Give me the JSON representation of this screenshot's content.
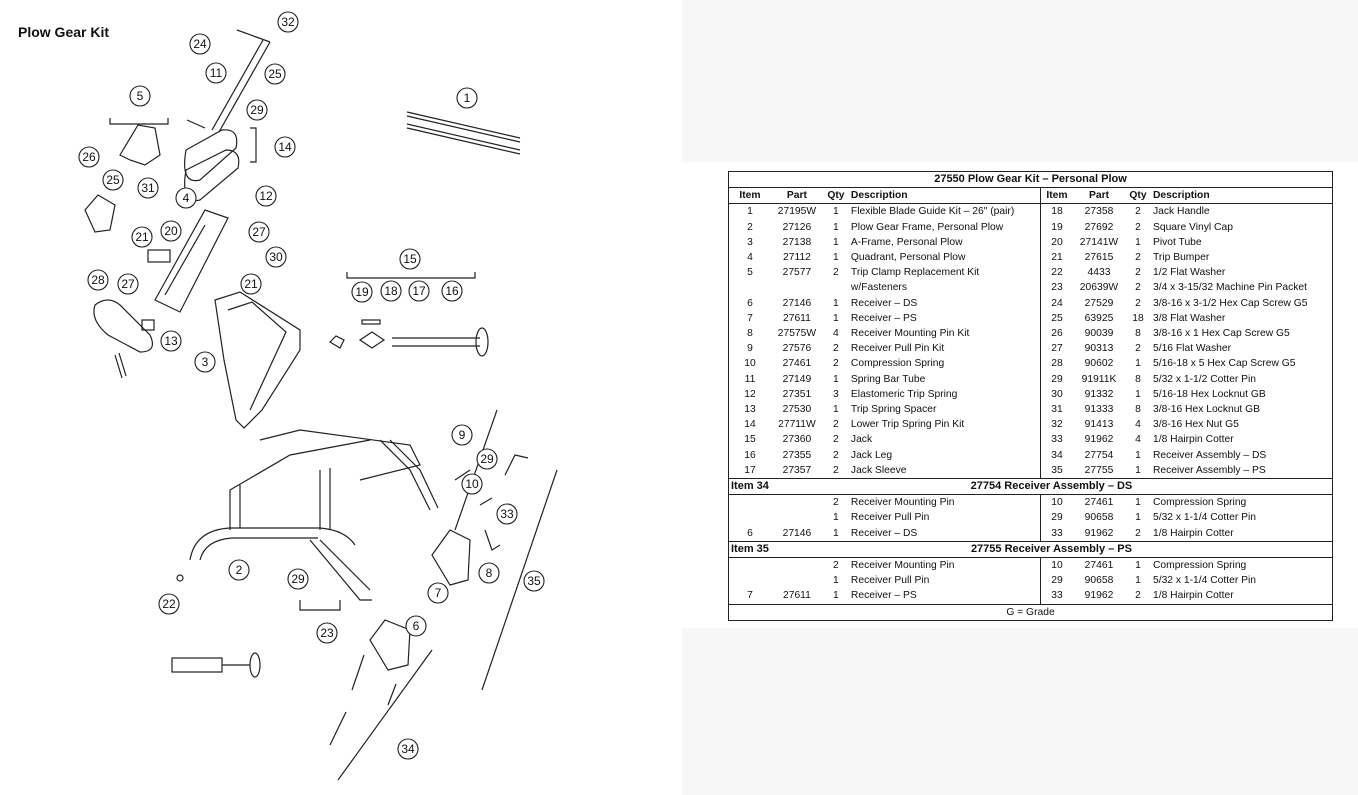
{
  "page": {
    "title": "Plow Gear Kit"
  },
  "callouts": [
    "1",
    "2",
    "3",
    "4",
    "5",
    "6",
    "7",
    "8",
    "9",
    "10",
    "11",
    "12",
    "13",
    "14",
    "15",
    "16",
    "17",
    "18",
    "19",
    "20",
    "21",
    "21",
    "22",
    "23",
    "24",
    "25",
    "25",
    "26",
    "27",
    "27",
    "28",
    "29",
    "29",
    "29",
    "30",
    "31",
    "32",
    "33",
    "34",
    "35"
  ],
  "parts_table": {
    "title": "27550  Plow Gear Kit – Personal Plow",
    "headers": [
      "Item",
      "Part",
      "Qty",
      "Description",
      "Item",
      "Part",
      "Qty",
      "Description"
    ],
    "rows": [
      [
        [
          "1",
          "27195W",
          "1",
          "Flexible Blade Guide Kit – 26\" (pair)"
        ],
        [
          "18",
          "27358",
          "2",
          "Jack Handle"
        ]
      ],
      [
        [
          "2",
          "27126",
          "1",
          "Plow Gear Frame, Personal Plow"
        ],
        [
          "19",
          "27692",
          "2",
          "Square Vinyl Cap"
        ]
      ],
      [
        [
          "3",
          "27138",
          "1",
          "A-Frame, Personal Plow"
        ],
        [
          "20",
          "27141W",
          "1",
          "Pivot Tube"
        ]
      ],
      [
        [
          "4",
          "27112",
          "1",
          "Quadrant, Personal Plow"
        ],
        [
          "21",
          "27615",
          "2",
          "Trip Bumper"
        ]
      ],
      [
        [
          "5",
          "27577",
          "2",
          "Trip Clamp Replacement Kit"
        ],
        [
          "22",
          "4433",
          "2",
          "1/2 Flat Washer"
        ]
      ],
      [
        [
          "",
          "",
          "",
          "w/Fasteners"
        ],
        [
          "23",
          "20639W",
          "2",
          "3/4 x 3-15/32 Machine Pin Packet"
        ]
      ],
      [
        [
          "6",
          "27146",
          "1",
          "Receiver – DS"
        ],
        [
          "24",
          "27529",
          "2",
          "3/8-16 x 3-1/2 Hex Cap Screw G5"
        ]
      ],
      [
        [
          "7",
          "27611",
          "1",
          "Receiver – PS"
        ],
        [
          "25",
          "63925",
          "18",
          "3/8 Flat Washer"
        ]
      ],
      [
        [
          "8",
          "27575W",
          "4",
          "Receiver Mounting Pin Kit"
        ],
        [
          "26",
          "90039",
          "8",
          "3/8-16 x 1 Hex Cap Screw G5"
        ]
      ],
      [
        [
          "9",
          "27576",
          "2",
          "Receiver Pull Pin Kit"
        ],
        [
          "27",
          "90313",
          "2",
          "5/16 Flat Washer"
        ]
      ],
      [
        [
          "10",
          "27461",
          "2",
          "Compression Spring"
        ],
        [
          "28",
          "90602",
          "1",
          "5/16-18 x 5 Hex Cap Screw G5"
        ]
      ],
      [
        [
          "11",
          "27149",
          "1",
          "Spring Bar Tube"
        ],
        [
          "29",
          "91911K",
          "8",
          "5/32 x 1-1/2 Cotter Pin"
        ]
      ],
      [
        [
          "12",
          "27351",
          "3",
          "Elastomeric Trip Spring"
        ],
        [
          "30",
          "91332",
          "1",
          "5/16-18 Hex Locknut GB"
        ]
      ],
      [
        [
          "13",
          "27530",
          "1",
          "Trip Spring Spacer"
        ],
        [
          "31",
          "91333",
          "8",
          "3/8-16 Hex Locknut GB"
        ]
      ],
      [
        [
          "14",
          "27711W",
          "2",
          "Lower Trip Spring Pin Kit"
        ],
        [
          "32",
          "91413",
          "4",
          "3/8-16 Hex Nut G5"
        ]
      ],
      [
        [
          "15",
          "27360",
          "2",
          "Jack"
        ],
        [
          "33",
          "91962",
          "4",
          "1/8 Hairpin Cotter"
        ]
      ],
      [
        [
          "16",
          "27355",
          "2",
          "Jack Leg"
        ],
        [
          "34",
          "27754",
          "1",
          "Receiver Assembly – DS"
        ]
      ],
      [
        [
          "17",
          "27357",
          "2",
          "Jack Sleeve"
        ],
        [
          "35",
          "27755",
          "1",
          "Receiver Assembly – PS"
        ]
      ]
    ],
    "sections": [
      {
        "label": "Item 34",
        "title": "27754  Receiver Assembly – DS",
        "rows": [
          [
            [
              "",
              "",
              "2",
              "Receiver Mounting Pin"
            ],
            [
              "10",
              "27461",
              "1",
              "Compression Spring"
            ]
          ],
          [
            [
              "",
              "",
              "1",
              "Receiver Pull Pin"
            ],
            [
              "29",
              "90658",
              "1",
              "5/32 x 1-1/4 Cotter Pin"
            ]
          ],
          [
            [
              "6",
              "27146",
              "1",
              "Receiver – DS"
            ],
            [
              "33",
              "91962",
              "2",
              "1/8 Hairpin Cotter"
            ]
          ]
        ]
      },
      {
        "label": "Item 35",
        "title": "27755  Receiver Assembly – PS",
        "rows": [
          [
            [
              "",
              "",
              "2",
              "Receiver Mounting Pin"
            ],
            [
              "10",
              "27461",
              "1",
              "Compression Spring"
            ]
          ],
          [
            [
              "",
              "",
              "1",
              "Receiver Pull Pin"
            ],
            [
              "29",
              "90658",
              "1",
              "5/32 x 1-1/4 Cotter Pin"
            ]
          ],
          [
            [
              "7",
              "27611",
              "1",
              "Receiver – PS"
            ],
            [
              "33",
              "91962",
              "2",
              "1/8 Hairpin Cotter"
            ]
          ]
        ]
      }
    ],
    "footer": "G = Grade"
  }
}
